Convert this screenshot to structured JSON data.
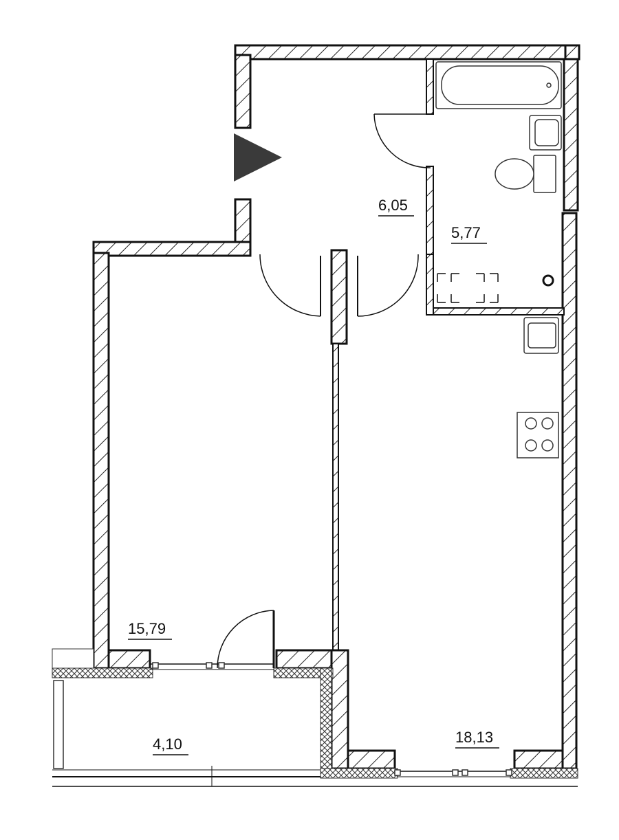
{
  "rooms": [
    {
      "id": "hallway",
      "area": "6,05"
    },
    {
      "id": "bathroom",
      "area": "5,77"
    },
    {
      "id": "bedroom",
      "area": "15,79"
    },
    {
      "id": "kitchen-living",
      "area": "18,13"
    },
    {
      "id": "balcony",
      "area": "4,10"
    }
  ],
  "entrance_marker": {
    "icon": "entrance-arrow-icon",
    "color": "#3a3a3a"
  }
}
